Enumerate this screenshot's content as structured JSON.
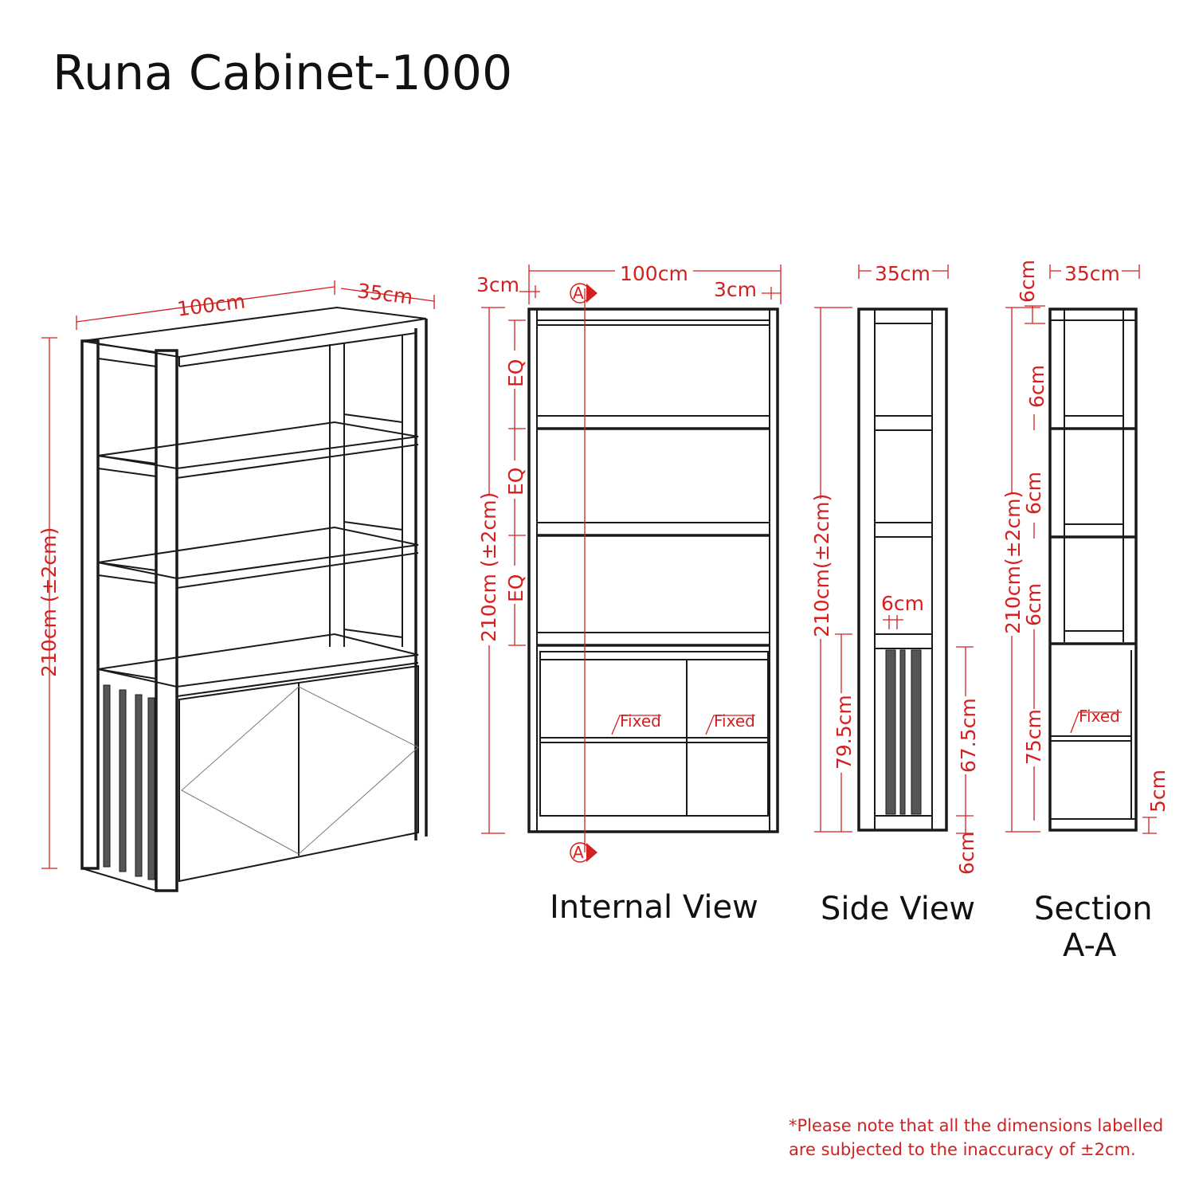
{
  "title": "Runa Cabinet-1000",
  "perspective": {
    "width": "100cm",
    "depth": "35cm",
    "height": "210cm (±2cm)"
  },
  "internal_view": {
    "label": "Internal View",
    "width": "100cm",
    "side_left": "3cm",
    "side_right": "3cm",
    "height": "210cm (±2cm)",
    "eq": "EQ",
    "fixed_left": "Fixed",
    "fixed_right": "Fixed",
    "section_marker": "A"
  },
  "side_view": {
    "label": "Side View",
    "depth": "35cm",
    "height": "210cm(±2cm)",
    "shelf": "6cm",
    "lower_outer": "79.5cm",
    "lower_inner": "67.5cm",
    "base": "6cm"
  },
  "section": {
    "label_line1": "Section",
    "label_line2": "A-A",
    "depth": "35cm",
    "height": "210cm(±2cm)",
    "top": "6cm",
    "shelf1": "6cm",
    "shelf2": "6cm",
    "shelf3": "6cm",
    "lower": "75cm",
    "base": "5cm",
    "fixed": "Fixed"
  },
  "note": {
    "line1": "*Please note that all the dimensions labelled",
    "line2": "are subjected to the inaccuracy of ±2cm."
  }
}
